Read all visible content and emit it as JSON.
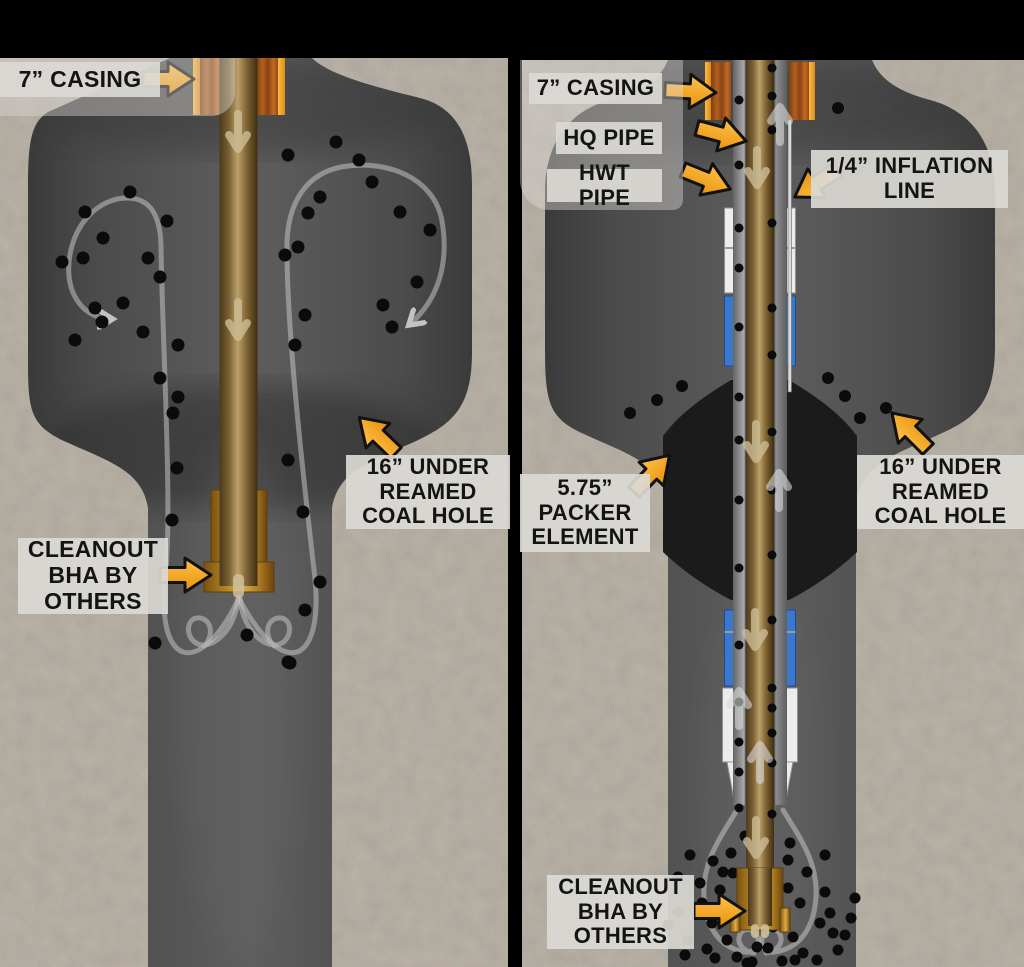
{
  "title": "Coal hole cleanout wellbore diagram (two stages)",
  "panels": {
    "left": {
      "labels": {
        "casing": "7” CASING",
        "under_reamed": "16” UNDER\nREAMED\nCOAL HOLE",
        "cleanout": "CLEANOUT\nBHA BY\nOTHERS"
      },
      "cavity_dots": [
        [
          263,
          84
        ],
        [
          288,
          155
        ],
        [
          336,
          142
        ],
        [
          359,
          160
        ],
        [
          372,
          182
        ],
        [
          320,
          197
        ],
        [
          400,
          212
        ],
        [
          430,
          230
        ],
        [
          417,
          282
        ],
        [
          130,
          192
        ],
        [
          85,
          212
        ],
        [
          308,
          213
        ],
        [
          167,
          221
        ],
        [
          103,
          238
        ],
        [
          83,
          258
        ],
        [
          62,
          262
        ],
        [
          148,
          258
        ],
        [
          160,
          277
        ],
        [
          285,
          255
        ],
        [
          298,
          247
        ],
        [
          123,
          303
        ],
        [
          95,
          308
        ],
        [
          383,
          305
        ],
        [
          392,
          327
        ],
        [
          102,
          322
        ],
        [
          75,
          340
        ],
        [
          143,
          332
        ],
        [
          178,
          345
        ],
        [
          305,
          315
        ],
        [
          295,
          345
        ],
        [
          160,
          378
        ],
        [
          178,
          397
        ],
        [
          173,
          413
        ],
        [
          177,
          468
        ],
        [
          288,
          460
        ],
        [
          303,
          512
        ],
        [
          172,
          520
        ],
        [
          320,
          582
        ],
        [
          305,
          610
        ],
        [
          247,
          635
        ],
        [
          288,
          662
        ],
        [
          155,
          643
        ],
        [
          290,
          663
        ]
      ]
    },
    "right": {
      "labels": {
        "casing": "7” CASING",
        "hq_pipe": "HQ PIPE",
        "hwt_pipe": "HWT PIPE",
        "inflation": "1/4” INFLATION\nLINE",
        "packer": "5.75”\nPACKER\nELEMENT",
        "under_reamed": "16” UNDER\nREAMED\nCOAL HOLE",
        "cleanout": "CLEANOUT\nBHA BY\nOTHERS"
      },
      "cavity_dots": [
        [
          838,
          108
        ],
        [
          630,
          413
        ],
        [
          657,
          400
        ],
        [
          682,
          386
        ],
        [
          828,
          378
        ],
        [
          845,
          396
        ],
        [
          860,
          418
        ],
        [
          886,
          408
        ],
        [
          905,
          430
        ]
      ],
      "annulus_dots": [
        [
          739,
          100
        ],
        [
          739,
          165
        ],
        [
          739,
          228
        ],
        [
          739,
          268
        ],
        [
          739,
          327
        ],
        [
          739,
          397
        ],
        [
          739,
          440
        ],
        [
          739,
          500
        ],
        [
          739,
          568
        ],
        [
          739,
          645
        ],
        [
          739,
          702
        ],
        [
          739,
          742
        ],
        [
          739,
          772
        ],
        [
          739,
          808
        ],
        [
          772,
          68
        ],
        [
          772,
          96
        ],
        [
          772,
          130
        ],
        [
          772,
          223
        ],
        [
          772,
          308
        ],
        [
          772,
          355
        ],
        [
          772,
          432
        ],
        [
          772,
          490
        ],
        [
          772,
          555
        ],
        [
          772,
          620
        ],
        [
          772,
          688
        ],
        [
          772,
          708
        ],
        [
          772,
          733
        ],
        [
          772,
          763
        ],
        [
          772,
          814
        ]
      ],
      "bottom_cluster_dots": [
        [
          713,
          861
        ],
        [
          731,
          853
        ],
        [
          723,
          872
        ],
        [
          733,
          873
        ],
        [
          720,
          890
        ],
        [
          788,
          860
        ],
        [
          807,
          872
        ],
        [
          788,
          888
        ],
        [
          825,
          892
        ],
        [
          800,
          903
        ],
        [
          766,
          903
        ],
        [
          830,
          913
        ],
        [
          820,
          923
        ],
        [
          773,
          927
        ],
        [
          793,
          937
        ],
        [
          757,
          947
        ],
        [
          768,
          948
        ],
        [
          727,
          940
        ],
        [
          712,
          923
        ],
        [
          702,
          903
        ],
        [
          707,
          949
        ],
        [
          737,
          957
        ],
        [
          747,
          963
        ],
        [
          803,
          953
        ],
        [
          817,
          960
        ],
        [
          833,
          933
        ],
        [
          838,
          950
        ],
        [
          700,
          883
        ],
        [
          688,
          940
        ],
        [
          752,
          962
        ],
        [
          782,
          961
        ],
        [
          678,
          912
        ],
        [
          851,
          918
        ],
        [
          690,
          855
        ],
        [
          678,
          877
        ],
        [
          668,
          925
        ],
        [
          685,
          955
        ],
        [
          845,
          935
        ],
        [
          855,
          898
        ],
        [
          825,
          855
        ],
        [
          790,
          843
        ],
        [
          745,
          836
        ],
        [
          715,
          958
        ],
        [
          795,
          960
        ]
      ]
    }
  },
  "colors": {
    "background": "#000000",
    "ground_tan": "#b3aa9d",
    "borehole_gray": "#515151",
    "packer_black": "#1b1b1b",
    "casing_orange_dark": "#a85a1e",
    "casing_orange_bright": "#f4a723",
    "pipe_brown": "#8a6d3b",
    "bha_gold": "#c2922e",
    "hwt_silver": "#b5b5b5",
    "hardware_blue": "#3a78cd",
    "hardware_white": "#ececec",
    "arrow_orange": "#f5a31c",
    "label_bg": "#dbd9d4",
    "cuttings_black": "#0b0b0b",
    "flow_line_gray": "#c3c3c3"
  }
}
